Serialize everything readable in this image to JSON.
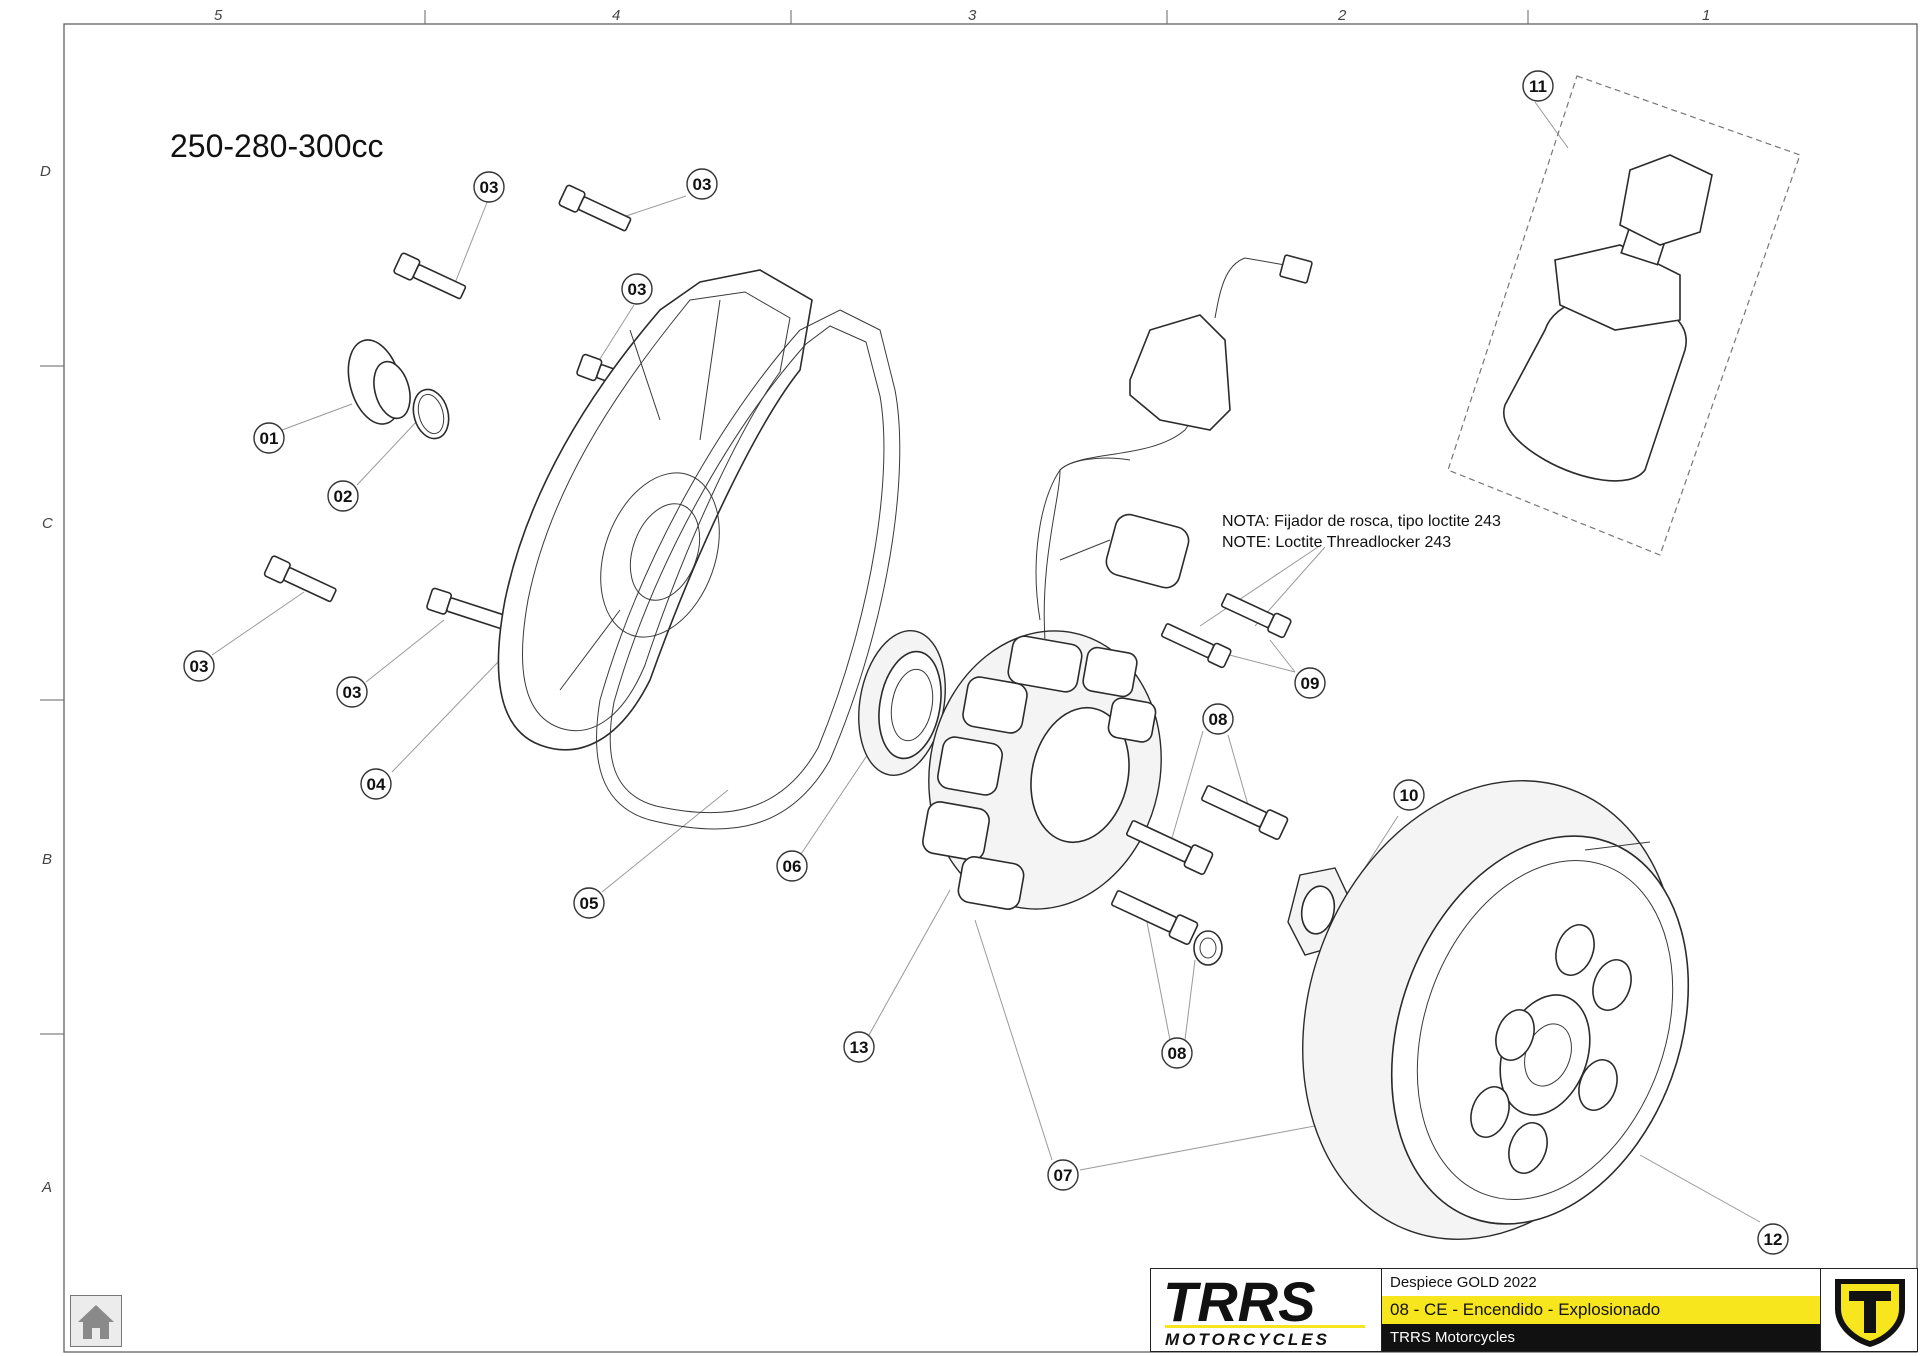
{
  "model": "250-280-300cc",
  "zones": {
    "columns": [
      "5",
      "4",
      "3",
      "2",
      "1"
    ],
    "rows": [
      "D",
      "C",
      "B",
      "A"
    ]
  },
  "note": {
    "line1": "NOTA:  Fijador de rosca, tipo loctite 243",
    "line2": "NOTE: Loctite Threadlocker 243"
  },
  "callouts": [
    "01",
    "02",
    "03",
    "03",
    "03",
    "03",
    "03",
    "04",
    "05",
    "06",
    "07",
    "08",
    "08",
    "09",
    "10",
    "11",
    "12",
    "13"
  ],
  "title_block": {
    "logo_main": "TRRS",
    "logo_sub": "MOTORCYCLES",
    "catalog": "Despiece GOLD 2022",
    "section": "08 - CE - Encendido - Explosionado",
    "company": "TRRS Motorcycles"
  },
  "colors": {
    "accent_yellow": "#f7e51e",
    "black": "#111111",
    "line": "#2b2b2b"
  },
  "icons": {
    "home": "home-icon"
  }
}
